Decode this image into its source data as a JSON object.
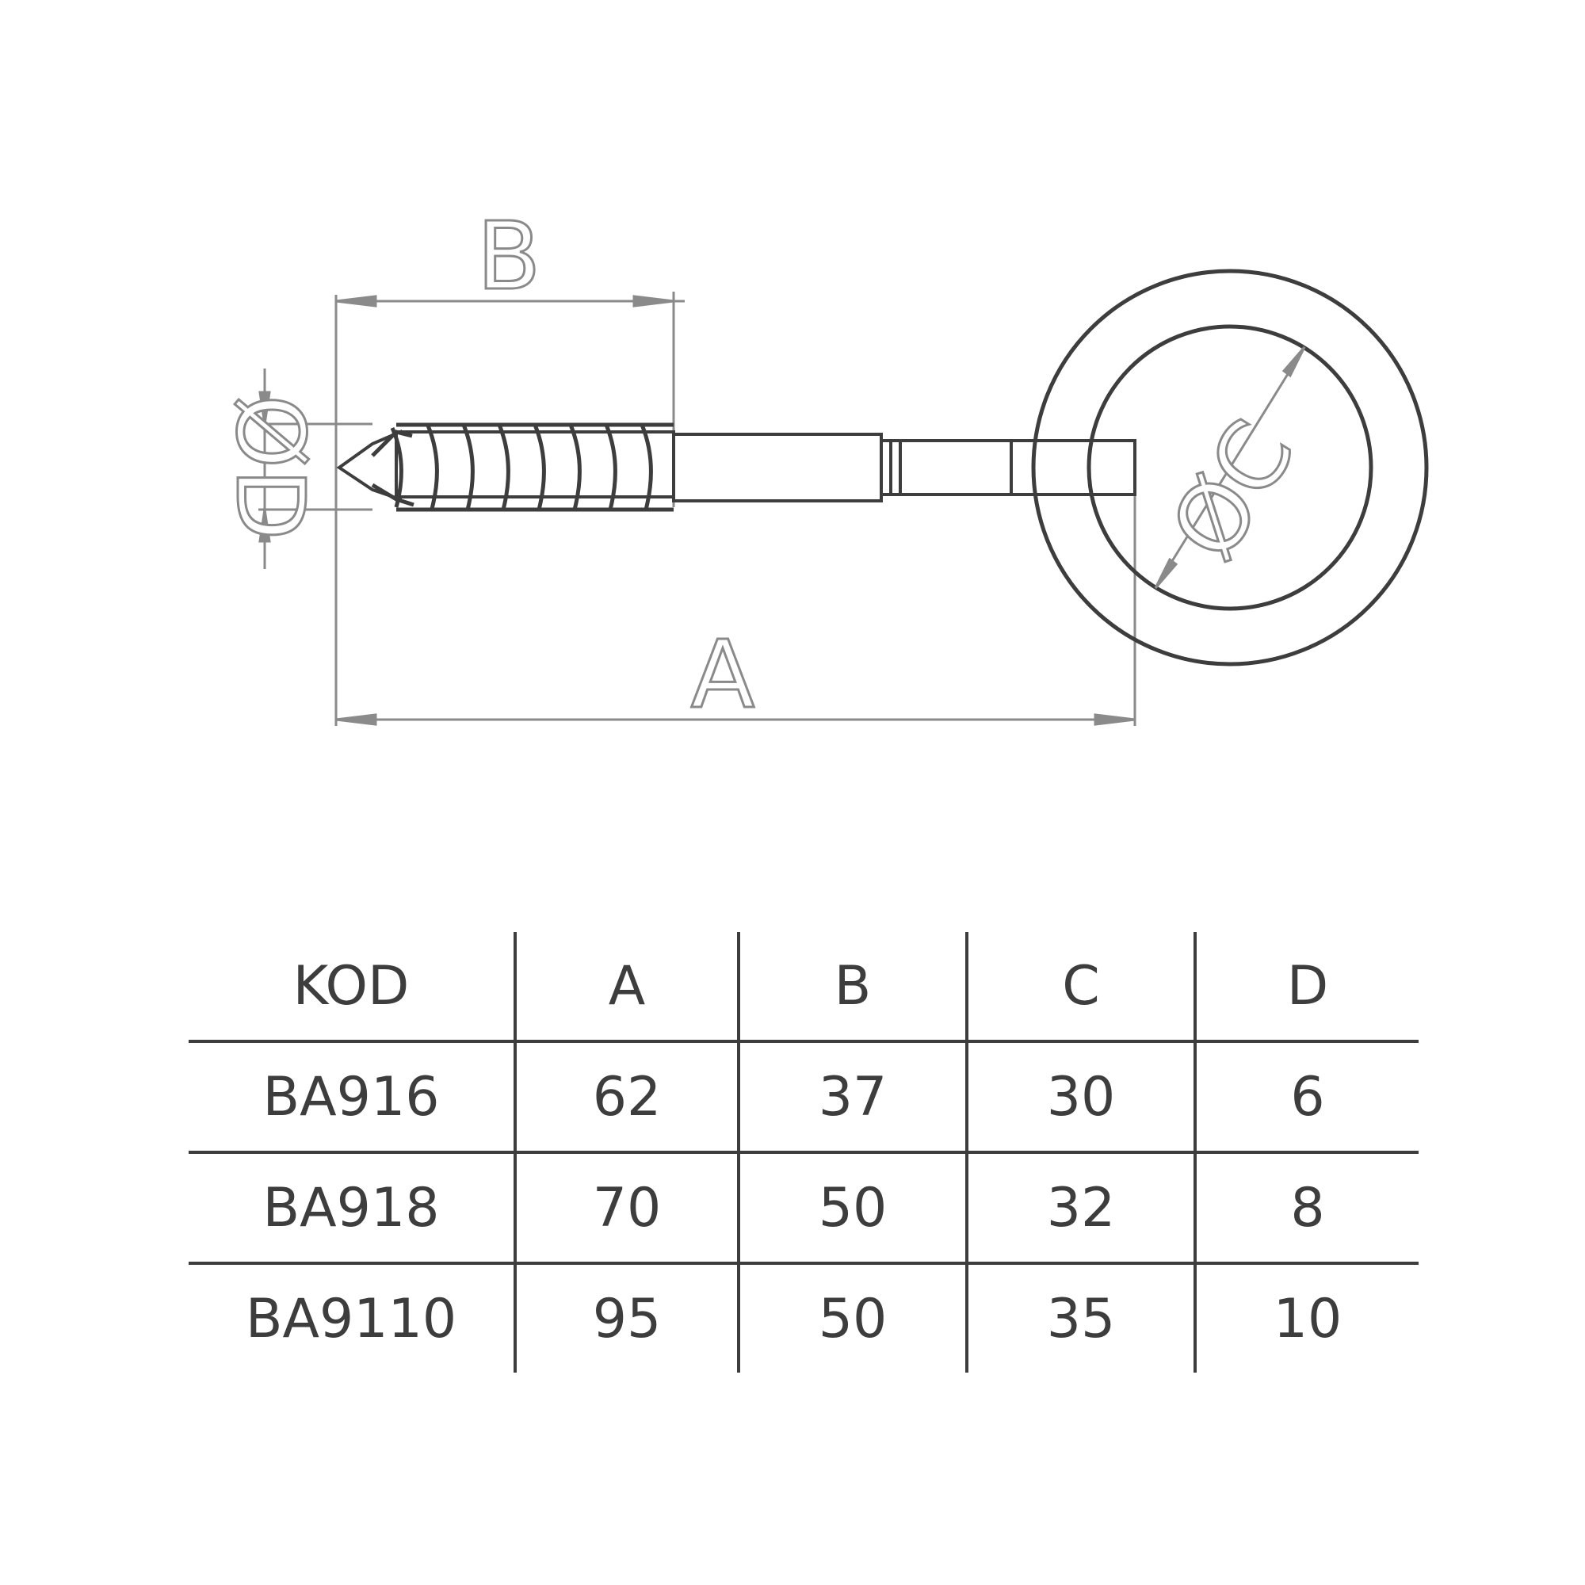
{
  "drawing": {
    "dimension_labels": {
      "a": "A",
      "b": "B",
      "c": "ØC",
      "d": "ØD"
    },
    "line_color": "#3d3d3d",
    "dimension_color": "#8a8a8a"
  },
  "table": {
    "headers": [
      "KOD",
      "A",
      "B",
      "C",
      "D"
    ],
    "rows": [
      [
        "BA916",
        "62",
        "37",
        "30",
        "6"
      ],
      [
        "BA918",
        "70",
        "50",
        "32",
        "8"
      ],
      [
        "BA9110",
        "95",
        "50",
        "35",
        "10"
      ]
    ]
  }
}
